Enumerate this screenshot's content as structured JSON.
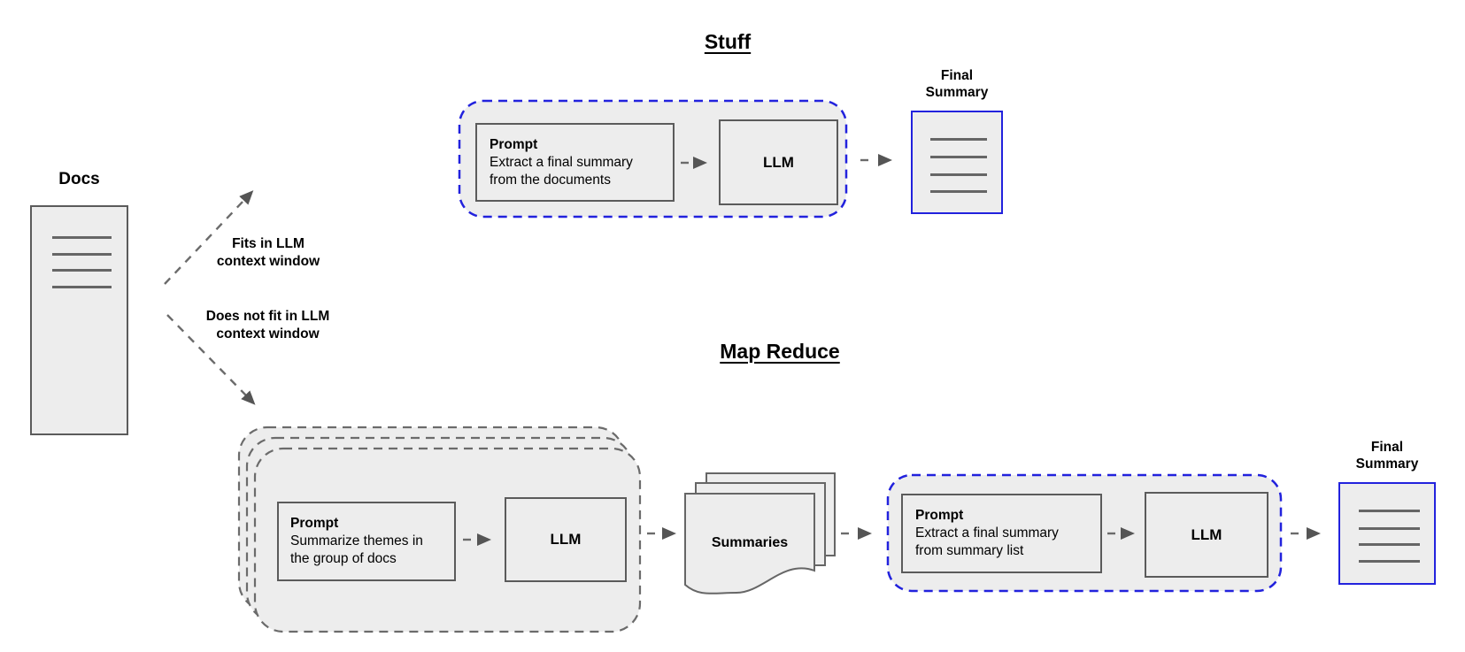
{
  "diagram": {
    "docs_label": "Docs",
    "branch_fits": {
      "line1": "Fits in LLM",
      "line2": "context window"
    },
    "branch_nofit": {
      "line1": "Does not fit in LLM",
      "line2": "context window"
    },
    "stuff": {
      "title": "Stuff",
      "prompt_title": "Prompt",
      "prompt_body": "Extract a final summary from the documents",
      "llm_label": "LLM",
      "final_label": {
        "line1": "Final",
        "line2": "Summary"
      }
    },
    "map_reduce": {
      "title": "Map Reduce",
      "map_prompt_title": "Prompt",
      "map_prompt_body": "Summarize themes in the group of docs",
      "map_llm_label": "LLM",
      "summaries_label": "Summaries",
      "reduce_prompt_title": "Prompt",
      "reduce_prompt_body": "Extract a final summary from summary list",
      "reduce_llm_label": "LLM",
      "final_label": {
        "line1": "Final",
        "line2": "Summary"
      }
    },
    "colors": {
      "accent_blue": "#2222dd",
      "shape_fill": "#ededed",
      "shape_border": "#5b5b5b",
      "line_gray": "#666666",
      "arrow_gray": "#555555",
      "dash_gray": "#6b6b6b"
    }
  }
}
